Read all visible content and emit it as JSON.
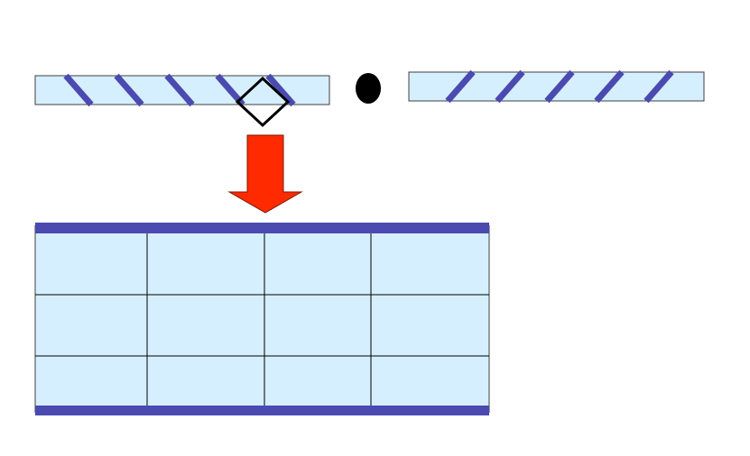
{
  "colors": {
    "background": "#ffffff",
    "fill": "#d6efff",
    "stroke": "#3f3f3f",
    "stripe": "#4b4ab0",
    "arrow": "#ff2a00",
    "outline": "#000000"
  },
  "diagram": {
    "left_strip": {
      "stripe_count": 5,
      "stripe_direction": "down-right"
    },
    "separator": {
      "shape": "dot"
    },
    "right_strip": {
      "stripe_count": 5,
      "stripe_direction": "up-right"
    },
    "marker": {
      "shape": "diamond"
    },
    "arrow": {
      "direction": "down"
    },
    "result_grid": {
      "rows": 3,
      "columns": 4
    }
  }
}
